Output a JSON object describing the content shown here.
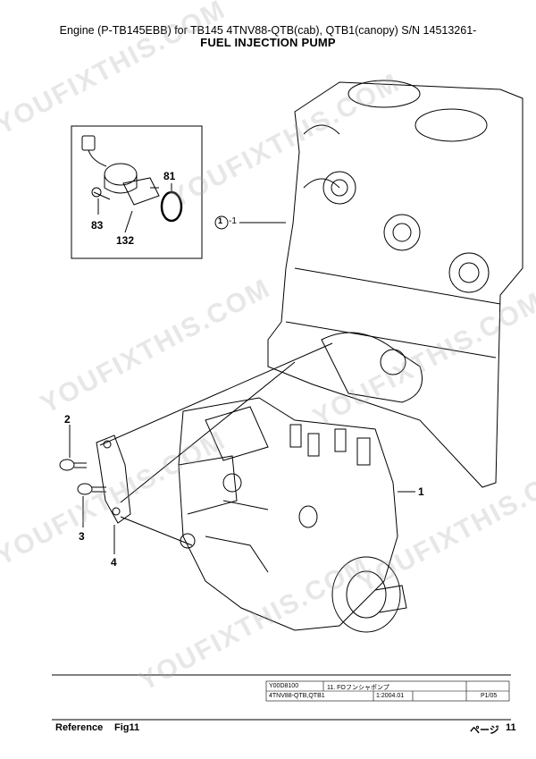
{
  "header": {
    "model_line": "Engine (P-TB145EBB) for TB145  4TNV88-QTB(cab), QTB1(canopy)  S/N 14513261-",
    "section_title": "FUEL INJECTION PUMP"
  },
  "callouts": {
    "c81": "81",
    "c83": "83",
    "c132": "132",
    "c_block_ref": "1",
    "c_block_sub": "-1",
    "c2": "2",
    "c3": "3",
    "c4": "4",
    "c1": "1"
  },
  "title_block": {
    "code": "Y00D8100",
    "name": "11. FOフンシャポンプ",
    "model": "4TNV88-QTB,QTB1",
    "date": "1:2004.01",
    "sheet": "P1/05"
  },
  "footer": {
    "reference_label": "Reference",
    "fig": "Fig11",
    "page_label": "ページ",
    "page_number": "11"
  },
  "watermark": {
    "text": "YOUFIXTHIS.COM"
  }
}
